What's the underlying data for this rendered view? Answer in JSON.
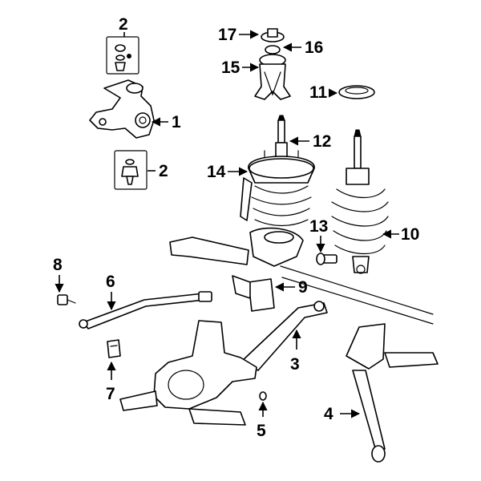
{
  "diagram": {
    "callouts": [
      {
        "id": "1",
        "label": "1"
      },
      {
        "id": "2a",
        "label": "2"
      },
      {
        "id": "2b",
        "label": "2"
      },
      {
        "id": "3",
        "label": "3"
      },
      {
        "id": "4",
        "label": "4"
      },
      {
        "id": "5",
        "label": "5"
      },
      {
        "id": "6",
        "label": "6"
      },
      {
        "id": "7",
        "label": "7"
      },
      {
        "id": "8",
        "label": "8"
      },
      {
        "id": "9",
        "label": "9"
      },
      {
        "id": "10",
        "label": "10"
      },
      {
        "id": "11",
        "label": "11"
      },
      {
        "id": "12",
        "label": "12"
      },
      {
        "id": "13",
        "label": "13"
      },
      {
        "id": "14",
        "label": "14"
      },
      {
        "id": "15",
        "label": "15"
      },
      {
        "id": "16",
        "label": "16"
      },
      {
        "id": "17",
        "label": "17"
      }
    ],
    "colors": {
      "line": "#000000",
      "background": "#ffffff"
    }
  }
}
